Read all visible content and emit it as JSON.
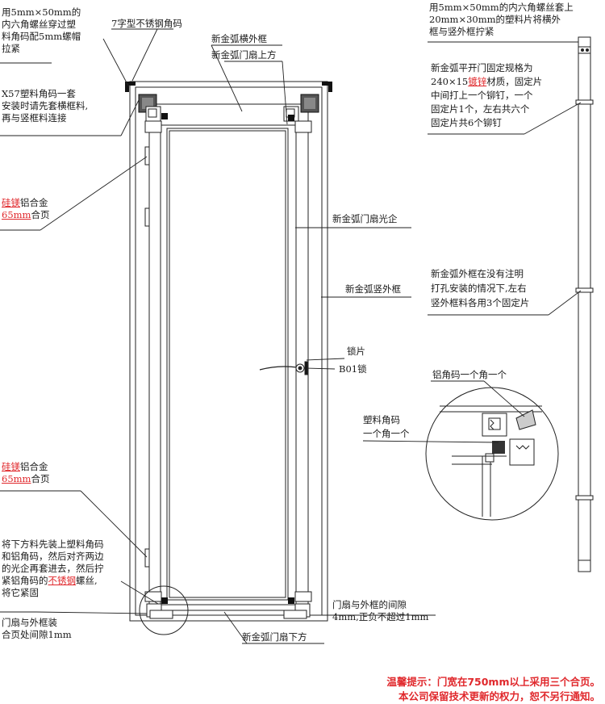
{
  "labels": {
    "top_left_screw": [
      "用5mm×50mm的",
      "内六角螺丝穿过塑",
      "料角码配5mm螺帽",
      "拉紧"
    ],
    "corner_7": "7字型不锈钢角码",
    "outer_frame_top": "新金弧横外框",
    "sash_top": "新金弧门扇上方",
    "x57_corner": [
      "X57塑料角码一套",
      "安装时请先套横框料,",
      "再与竖框料连接"
    ],
    "hinge_1": {
      "red": "硅镁",
      "rest1": "铝合金",
      "red2": "65mm",
      "rest2": "合页"
    },
    "hinge_2": {
      "red": "硅镁",
      "rest1": "铝合金",
      "red2": "65mm",
      "rest2": "合页"
    },
    "sash_stile": "新金弧门扇光企",
    "outer_frame_side": "新金弧竖外框",
    "lock_plate": "锁片",
    "lock": "B01锁",
    "bottom_install": {
      "l1": "将下方料先装上塑料角码",
      "l2": "和铝角码，然后对齐两边",
      "l3": "的光企再套进去，然后拧",
      "l4a": "紧铝角码的",
      "l4red": "不锈钢",
      "l4b": "螺丝,",
      "l5": "将它紧固"
    },
    "gap_hinge": [
      "门扇与外框装",
      "合页处间隙1mm"
    ],
    "gap_frame": [
      "门扇与外框的间隙",
      "4mm,正负不超过1mm"
    ],
    "sash_bottom": "新金弧门扇下方",
    "right_top": [
      "用5mm×50mm的内六角螺丝套上",
      "20mm×30mm的塑料片将横外",
      "框与竖外框拧紧"
    ],
    "right_fix": {
      "l1": "新金弧平开门固定规格为",
      "l2a": "240×15",
      "l2red": "镀锌",
      "l2b": "材质，固定片",
      "l3": "中间打上一个铆钉，一个",
      "l4": "固定片1个，左右共六个",
      "l5": "固定片共6个铆钉"
    },
    "right_mid": [
      "新金弧外框在没有注明",
      "打孔安装的情况下,左右",
      "竖外框料各用3个固定片"
    ],
    "alu_corner": "铝角码一个角一个",
    "plastic_corner": [
      "塑料角码",
      "一个角一个"
    ]
  },
  "notice": [
    "温馨提示：门宽在750mm以上采用三个合页。",
    "本公司保留技术更新的权力，恕不另行通知。"
  ]
}
